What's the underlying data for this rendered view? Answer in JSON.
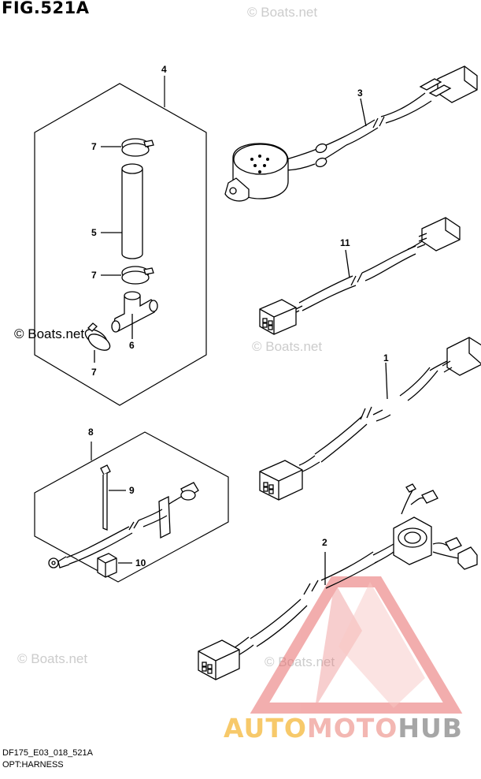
{
  "figure": {
    "title": "FIG.521A",
    "footer_code": "DF175_E03_018_521A",
    "footer_subtitle": "OPT:HARNESS"
  },
  "watermarks": {
    "copyright": "© Boats.net",
    "brand_part1": "AUTO",
    "brand_part2": "MOTO",
    "brand_part3": "HUB",
    "brand_colors": {
      "yellow": "#f7c96a",
      "red": "#f3b7b2",
      "gray": "#a6a6a6"
    }
  },
  "callouts": [
    {
      "id": "c4",
      "label": "4"
    },
    {
      "id": "c7a",
      "label": "7"
    },
    {
      "id": "c5",
      "label": "5"
    },
    {
      "id": "c7b",
      "label": "7"
    },
    {
      "id": "c6",
      "label": "6"
    },
    {
      "id": "c7c",
      "label": "7"
    },
    {
      "id": "c3",
      "label": "3"
    },
    {
      "id": "c11",
      "label": "11"
    },
    {
      "id": "c1",
      "label": "1"
    },
    {
      "id": "c8",
      "label": "8"
    },
    {
      "id": "c9",
      "label": "9"
    },
    {
      "id": "c10",
      "label": "10"
    },
    {
      "id": "c2",
      "label": "2"
    }
  ]
}
